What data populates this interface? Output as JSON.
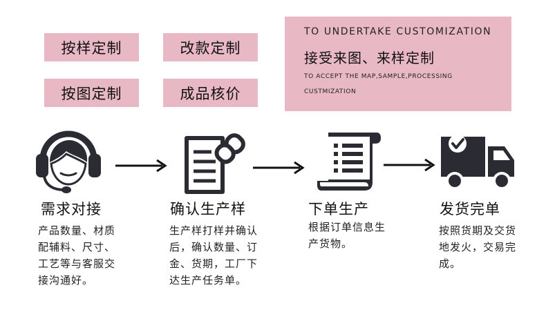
{
  "tags": {
    "by_sample": "按样定制",
    "modify_style": "改款定制",
    "by_drawing": "按图定制",
    "finished_price": "成品核价"
  },
  "banner": {
    "line1": "TO UNDERTAKE CUSTOMIZATION",
    "line2": "接受来图、来样定制",
    "line3": "TO ACCEPT THE MAP,SAMPLE,PROCESSING",
    "line4": "CUSTMIZATION"
  },
  "steps": [
    {
      "icon": "headset-person-icon",
      "title": "需求对接",
      "desc": [
        "产品数量、材质",
        "配辅料、尺寸、",
        "工艺等与客服交",
        "接沟通好。"
      ]
    },
    {
      "icon": "document-link-icon",
      "title": "确认生产样",
      "desc": [
        "生产样打样并确认",
        "后，确认数量、订",
        "金、货期，工厂下",
        "达生产任务单。"
      ]
    },
    {
      "icon": "order-scroll-icon",
      "title": "下单生产",
      "desc": [
        "根据订单信息生",
        "产货物。"
      ]
    },
    {
      "icon": "delivery-truck-icon",
      "title": "发货完单",
      "desc": [
        "按照货期及交货",
        "地发火，交易完",
        "成。"
      ]
    }
  ],
  "colors": {
    "accent_pink": "#e8b8c5",
    "icon_dark": "#2b2b33"
  }
}
